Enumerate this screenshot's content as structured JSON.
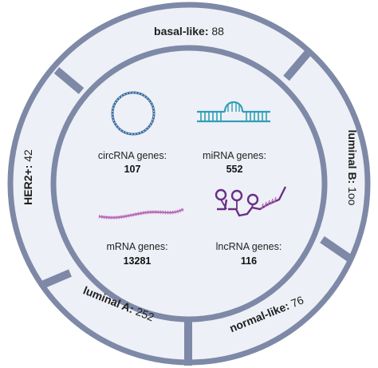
{
  "colors": {
    "ring_border": "#7d89a6",
    "fill": "#eef0f7",
    "rna_blue": "#3f6fa0",
    "rna_teal": "#2f9fb6",
    "rna_pink": "#b86cb8",
    "rna_purple": "#6a2f86"
  },
  "subtypes": [
    {
      "name": "basal-like:",
      "value": "88"
    },
    {
      "name": "luminal B:",
      "value": "1oo"
    },
    {
      "name": "normal-like:",
      "value": "76"
    },
    {
      "name": "luminal A:",
      "value": "252"
    },
    {
      "name": "HER2+:",
      "value": "42"
    }
  ],
  "genes": [
    {
      "label": "circRNA genes:",
      "count": "107",
      "icon": "circrna-icon"
    },
    {
      "label": "miRNA genes:",
      "count": "552",
      "icon": "mirna-icon"
    },
    {
      "label": "mRNA genes:",
      "count": "13281",
      "icon": "mrna-icon"
    },
    {
      "label": "lncRNA genes:",
      "count": "116",
      "icon": "lncrna-icon"
    }
  ]
}
